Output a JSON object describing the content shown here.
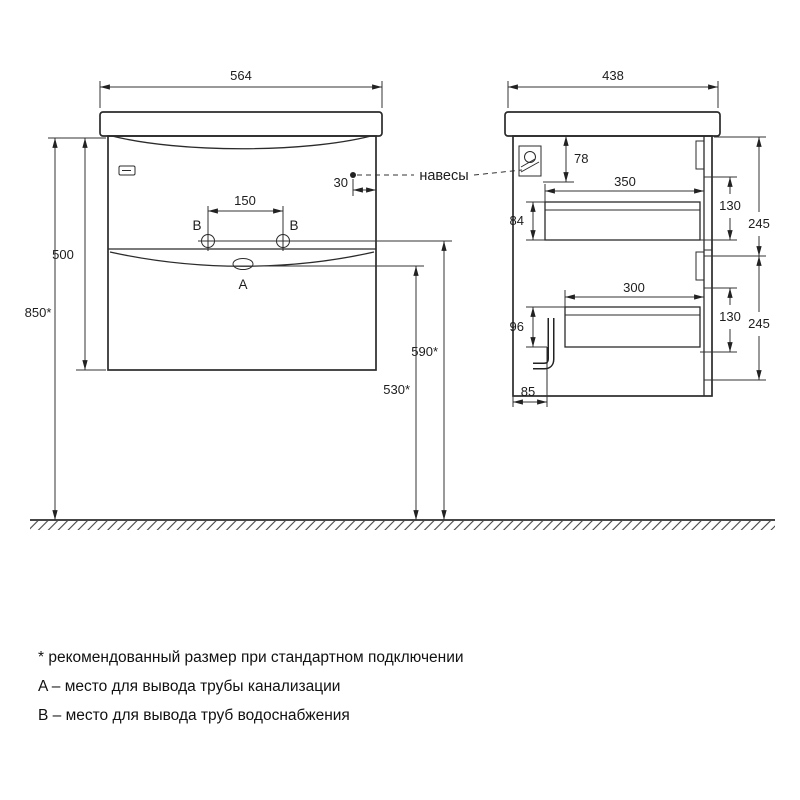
{
  "front": {
    "dim_width": "564",
    "dim_height": "500",
    "dim_install": "850*",
    "dim_pipes": "150",
    "dim_hanger_offset": "30",
    "label_b_left": "B",
    "label_b_right": "B",
    "label_a": "A",
    "label_hangers": "навесы",
    "dim_water": "590*",
    "dim_drain": "530*"
  },
  "side": {
    "dim_depth": "438",
    "dim_hanger_drop": "78",
    "dim_drawer1_depth": "350",
    "dim_drawer1_height": "84",
    "dim_front1_height": "130",
    "dim_section1_height": "245",
    "dim_drawer2_depth": "300",
    "dim_drawer2_height": "96",
    "dim_front2_height": "130",
    "dim_section2_height": "245",
    "dim_back_offset": "85"
  },
  "notes": {
    "line1": "* рекомендованный размер при стандартном подключении",
    "line2": "A – место для вывода трубы канализации",
    "line3": "B – место для вывода труб водоснабжения"
  }
}
